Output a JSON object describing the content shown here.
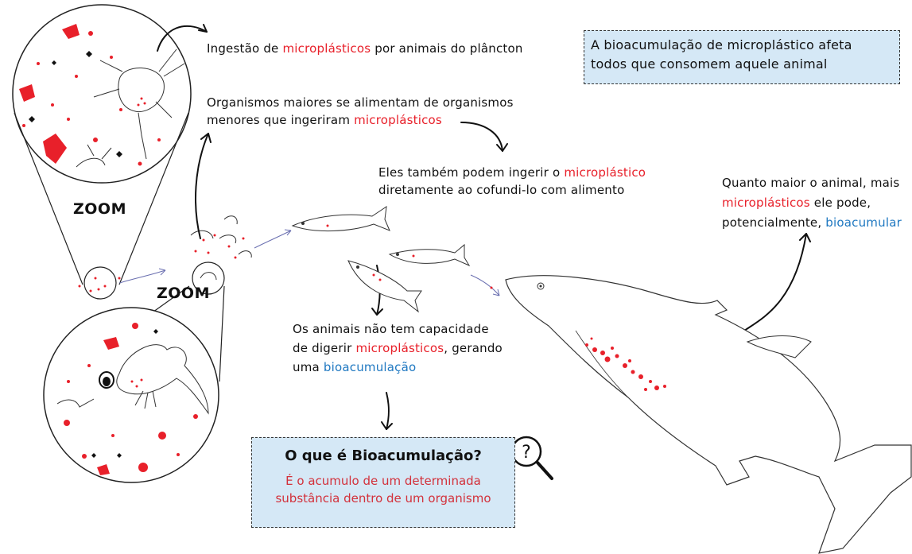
{
  "labels": {
    "zoom_top": "ZOOM",
    "zoom_bottom": "ZOOM"
  },
  "texts": {
    "ingestion_pre": "Ingestão de ",
    "ingestion_red": "microplásticos",
    "ingestion_post": " por animais do plâncton",
    "bigger_line1": "Organismos maiores se alimentam de organismos",
    "bigger_line2_pre": "menores que ingeriram ",
    "bigger_line2_red": "microplásticos",
    "direct_line1_pre": "Eles também podem ingerir o ",
    "direct_line1_red": "microplástico",
    "direct_line2": "diretamente ao cofundi-lo com alimento",
    "digest_line1": "Os animais não tem capacidade",
    "digest_line2_pre": "de digerir ",
    "digest_line2_red": "microplásticos",
    "digest_line2_post": ", gerando",
    "digest_line3_pre": "uma ",
    "digest_line3_blue": "bioacumulação",
    "bigger_animal_line1": "Quanto maior o animal, mais",
    "bigger_animal_line2_red": "microplásticos",
    "bigger_animal_line2_post": " ele pode,",
    "bigger_animal_line3_pre": "potencialmente, ",
    "bigger_animal_line3_blue": "bioacumular"
  },
  "box_top": {
    "line1": "A bioacumulação de microplástico afeta",
    "line2": "todos que consomem aquele animal"
  },
  "box_bottom": {
    "title": "O que é Bioacumulação?",
    "line1": "É o acumulo de um determinada",
    "line2": "substância dentro de um organismo",
    "icon": "magnifier-question-icon"
  },
  "colors": {
    "microplastic_red": "#e8202a",
    "accent_blue": "#1f78c1",
    "box_fill": "#d5e8f6"
  }
}
